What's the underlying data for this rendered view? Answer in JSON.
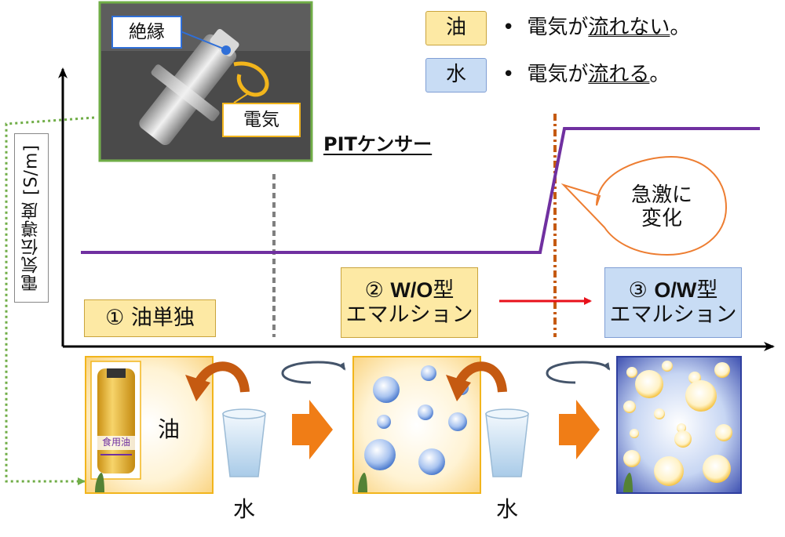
{
  "legend": [
    {
      "key": "油",
      "bullet": "•",
      "text_prefix": "電気が",
      "text_underlined": "流れない",
      "text_suffix": "。",
      "color": "#fde9a4"
    },
    {
      "key": "水",
      "bullet": "•",
      "text_prefix": "電気が",
      "text_underlined": "流れる",
      "text_suffix": "。",
      "color": "#c8dcf4"
    }
  ],
  "photo": {
    "label_insulation": "絶縁",
    "label_electricity": "電気"
  },
  "sensor_title": "PITケンサー",
  "y_axis_label": "電気伝導度 [S/m]",
  "callout": {
    "line1": "急激に",
    "line2": "変化"
  },
  "stages": [
    {
      "text": "① 油単独"
    },
    {
      "line1_prefix": "② ",
      "line1_bold": "W/O",
      "line1_suffix": "型",
      "line2": "エマルション"
    },
    {
      "line1_prefix": "③ ",
      "line1_bold": "O/W",
      "line1_suffix": "型",
      "line2": "エマルション"
    }
  ],
  "bottle_label": "食用油",
  "oil_label": "油",
  "water_labels": [
    "水",
    "水"
  ],
  "colors": {
    "line_purple": "#7030a0",
    "arrow_red": "#e8101a",
    "arrow_orange": "#f07d16",
    "dashed_gray": "#7f7f7f",
    "dashed_brown": "#c55a11",
    "dotted_green": "#70ad47",
    "oil_yellow": "#fde9a4",
    "water_blue": "#c8dcf4"
  }
}
